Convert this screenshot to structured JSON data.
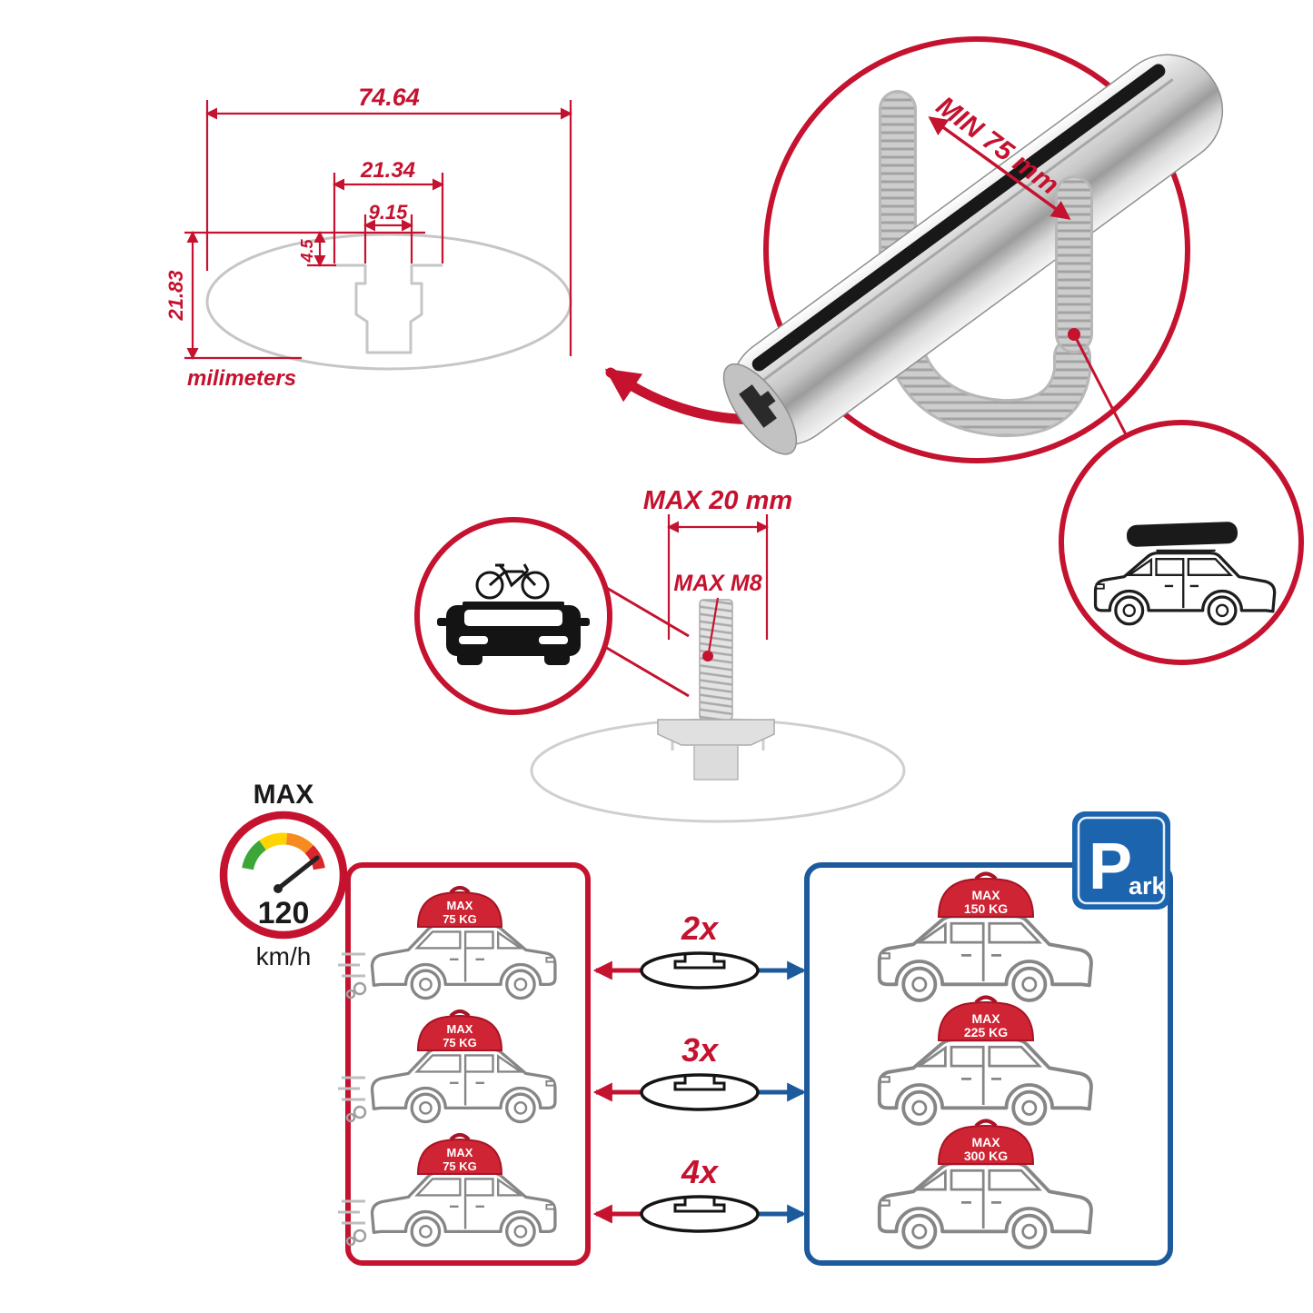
{
  "colors": {
    "red": "#c4122f",
    "blue": "#1c5a9c",
    "sign_blue": "#1c64ad",
    "gray_line": "#c6c6c6",
    "bar_silver": "#cfcfcf"
  },
  "profile_dimensions": {
    "total_width": "74.64",
    "channel_outer_width": "21.34",
    "channel_inner_width": "9.15",
    "step_depth": "4.5",
    "total_height": "21.83",
    "units_label": "milimeters"
  },
  "crossbar_detail": {
    "clamp_min_label": "MIN 75 mm"
  },
  "bolt_detail": {
    "max_width_label": "MAX 20 mm",
    "thread_label": "MAX M8"
  },
  "speed_gauge": {
    "title": "MAX",
    "value": "120",
    "unit": "km/h"
  },
  "capacity": {
    "multipliers": [
      "2x",
      "3x",
      "4x"
    ],
    "left_cars": [
      {
        "max": "MAX",
        "load": "75 KG"
      },
      {
        "max": "MAX",
        "load": "75 KG"
      },
      {
        "max": "MAX",
        "load": "75 KG"
      }
    ],
    "right_cars": [
      {
        "max": "MAX",
        "load": "150 KG"
      },
      {
        "max": "MAX",
        "load": "225 KG"
      },
      {
        "max": "MAX",
        "load": "300 KG"
      }
    ]
  },
  "park_sign": {
    "letter": "P",
    "suffix": "ark"
  }
}
